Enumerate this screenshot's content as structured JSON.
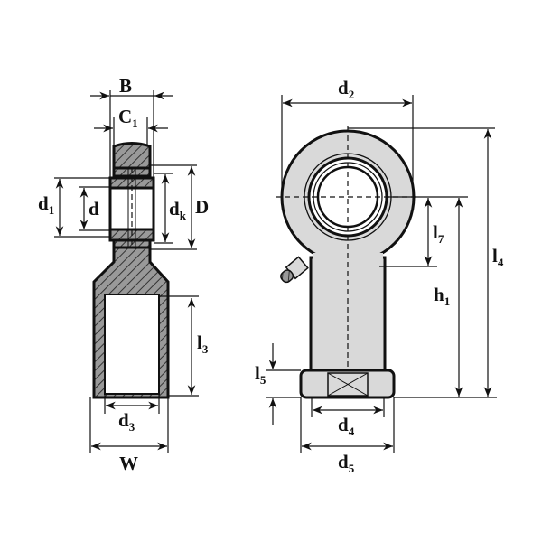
{
  "labels": {
    "B": {
      "base": "B",
      "sub": ""
    },
    "C1": {
      "base": "C",
      "sub": "1"
    },
    "d1": {
      "base": "d",
      "sub": "1"
    },
    "d": {
      "base": "d",
      "sub": ""
    },
    "dk": {
      "base": "d",
      "sub": "k"
    },
    "D": {
      "base": "D",
      "sub": ""
    },
    "l3": {
      "base": "l",
      "sub": "3"
    },
    "d3": {
      "base": "d",
      "sub": "3"
    },
    "W": {
      "base": "W",
      "sub": ""
    },
    "d2": {
      "base": "d",
      "sub": "2"
    },
    "l7": {
      "base": "l",
      "sub": "7"
    },
    "h1": {
      "base": "h",
      "sub": "1"
    },
    "l4": {
      "base": "l",
      "sub": "4"
    },
    "l5": {
      "base": "l",
      "sub": "5"
    },
    "d4": {
      "base": "d",
      "sub": "4"
    },
    "d5": {
      "base": "d",
      "sub": "5"
    }
  },
  "colors": {
    "fill": "#d9d9d9",
    "line": "#111111"
  }
}
